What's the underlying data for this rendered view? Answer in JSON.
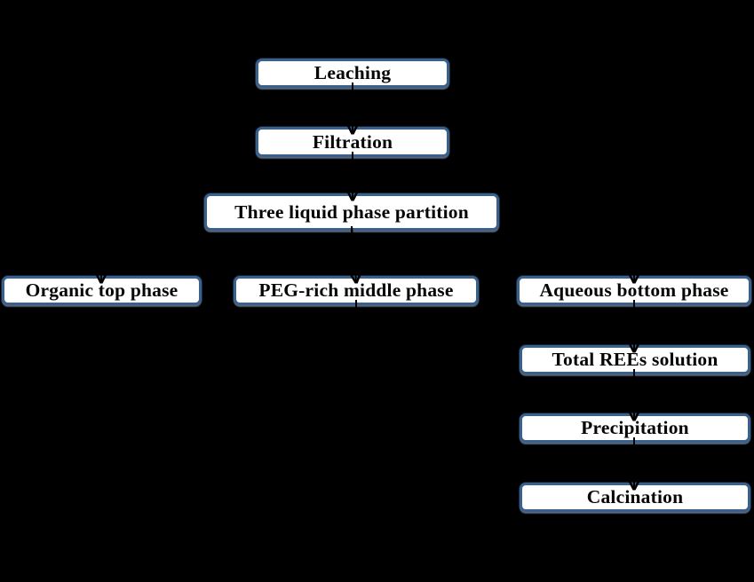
{
  "diagram": {
    "type": "flowchart",
    "colors": {
      "background": "#000000",
      "box_fill": "#ffffff",
      "box_border": "#39618c",
      "box_text": "#050505",
      "connector": "#000000"
    },
    "nodes": {
      "leaching": {
        "label": "Leaching"
      },
      "filtration": {
        "label": "Filtration"
      },
      "partition": {
        "label": "Three liquid phase partition"
      },
      "organic": {
        "label": "Organic top phase"
      },
      "peg": {
        "label": "PEG-rich middle phase"
      },
      "aqueous": {
        "label": "Aqueous bottom phase"
      },
      "total_rees": {
        "label": "Total REEs solution"
      },
      "precipitation": {
        "label": "Precipitation"
      },
      "calcination": {
        "label": "Calcination"
      }
    },
    "edges": [
      {
        "from": "leaching",
        "to": "filtration"
      },
      {
        "from": "filtration",
        "to": "partition"
      },
      {
        "from": "partition",
        "to": "organic"
      },
      {
        "from": "partition",
        "to": "peg"
      },
      {
        "from": "partition",
        "to": "aqueous"
      },
      {
        "from": "peg",
        "to": "downward-outflow"
      },
      {
        "from": "aqueous",
        "to": "total_rees"
      },
      {
        "from": "total_rees",
        "to": "precipitation"
      },
      {
        "from": "precipitation",
        "to": "calcination"
      }
    ]
  }
}
